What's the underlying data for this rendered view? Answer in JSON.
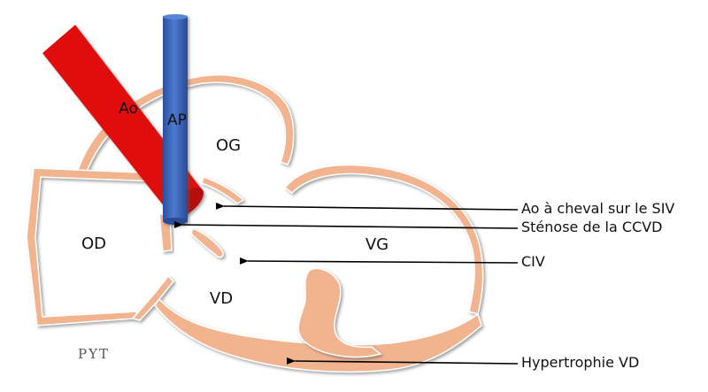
{
  "chambers": {
    "og": "OG",
    "od": "OD",
    "vg": "VG",
    "vd": "VD"
  },
  "vessels": {
    "ao": "Ao",
    "ap": "AP"
  },
  "annotations": {
    "ao_overriding": "Ao à cheval sur le SIV",
    "rvot_stenosis": "Sténose de la CCVD",
    "vsd": "CIV",
    "rv_hypertrophy": "Hypertrophie VD"
  },
  "signature": "PYT",
  "colors": {
    "myocardium": "#f2b48e",
    "aorta": "#e0100f",
    "pulmonary_artery": "#3a63b6",
    "arrow": "#000000"
  }
}
